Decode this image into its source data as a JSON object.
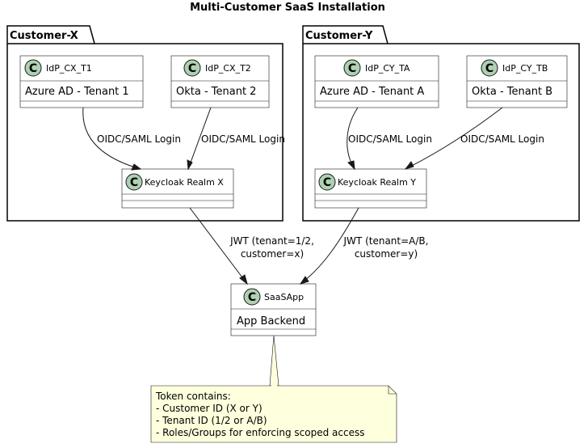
{
  "diagram": {
    "title": "Multi-Customer SaaS Installation",
    "packages": {
      "customer_x": "Customer-X",
      "customer_y": "Customer-Y"
    },
    "classes": {
      "idp_cx_t1": {
        "name": "IdP_CX_T1",
        "attr": "Azure AD - Tenant 1"
      },
      "idp_cx_t2": {
        "name": "IdP_CX_T2",
        "attr": "Okta - Tenant 2"
      },
      "realm_x": {
        "name": "Keycloak Realm X"
      },
      "idp_cy_ta": {
        "name": "IdP_CY_TA",
        "attr": "Azure AD - Tenant A"
      },
      "idp_cy_tb": {
        "name": "IdP_CY_TB",
        "attr": "Okta - Tenant B"
      },
      "realm_y": {
        "name": "Keycloak Realm Y"
      },
      "saasapp": {
        "name": "SaaSApp",
        "attr": "App Backend"
      }
    },
    "edges": {
      "cx_t1_login": "OIDC/SAML Login",
      "cx_t2_login": "OIDC/SAML Login",
      "cy_ta_login": "OIDC/SAML Login",
      "cy_tb_login": "OIDC/SAML Login",
      "jwt_x_line1": "JWT (tenant=1/2,",
      "jwt_x_line2": "customer=x)",
      "jwt_y_line1": "JWT (tenant=A/B,",
      "jwt_y_line2": "customer=y)"
    },
    "note": {
      "line1": "Token contains:",
      "line2": "- Customer ID (X or Y)",
      "line3": "- Tenant ID (1/2 or A/B)",
      "line4": "- Roles/Groups for enforcing scoped access"
    }
  }
}
